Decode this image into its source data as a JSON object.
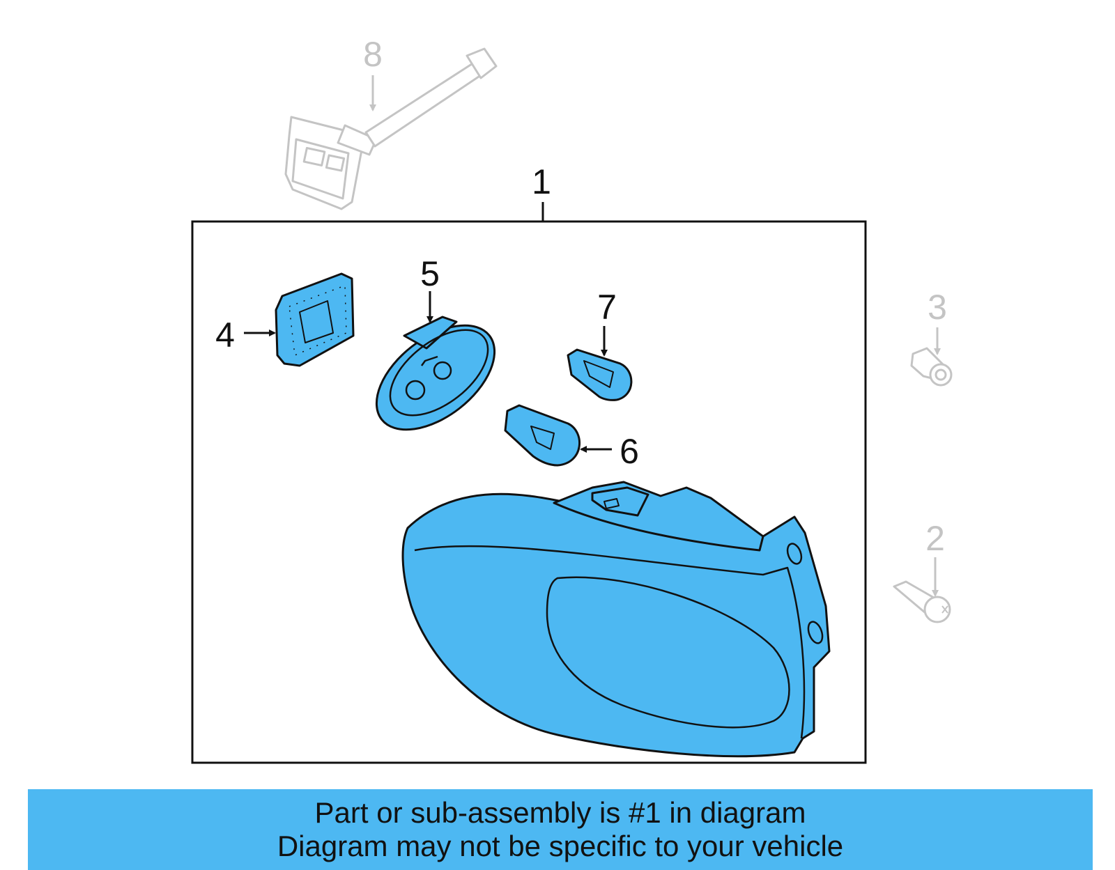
{
  "callouts": {
    "n1": "1",
    "n2": "2",
    "n3": "3",
    "n4": "4",
    "n5": "5",
    "n6": "6",
    "n7": "7",
    "n8": "8"
  },
  "banner": {
    "line1": "Part or sub-assembly is #1 in diagram",
    "line2": "Diagram may not be specific to your vehicle"
  },
  "colors": {
    "highlight_part": "#4db8f2",
    "outline": "#111111",
    "faded_part": "#c4c4c4",
    "banner_bg": "#4db8f2"
  }
}
